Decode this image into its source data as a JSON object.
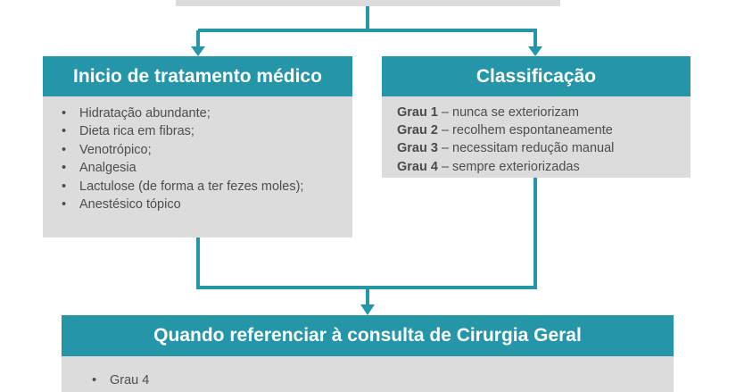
{
  "colors": {
    "header": "#2596a8",
    "box": "#dcdcdc",
    "connector": "#2596a8",
    "text": "#4d4d4d"
  },
  "left": {
    "title": "Inicio de tratamento médico",
    "items": [
      "Hidratação abundante;",
      "Dieta rica em fibras;",
      "Venotrópico;",
      "Analgesia",
      "Lactulose (de forma a ter fezes moles);",
      "Anestésico tópico"
    ]
  },
  "right": {
    "title": "Classificação",
    "grades": [
      {
        "label": "Grau 1",
        "desc": " – nunca se exteriorizam"
      },
      {
        "label": "Grau 2",
        "desc": " – recolhem espontaneamente"
      },
      {
        "label": "Grau 3",
        "desc": " – necessitam redução manual"
      },
      {
        "label": "Grau 4",
        "desc": " – sempre exteriorizadas"
      }
    ]
  },
  "bottom": {
    "title": "Quando referenciar à consulta de Cirurgia Geral",
    "items": [
      "Grau 4"
    ]
  }
}
